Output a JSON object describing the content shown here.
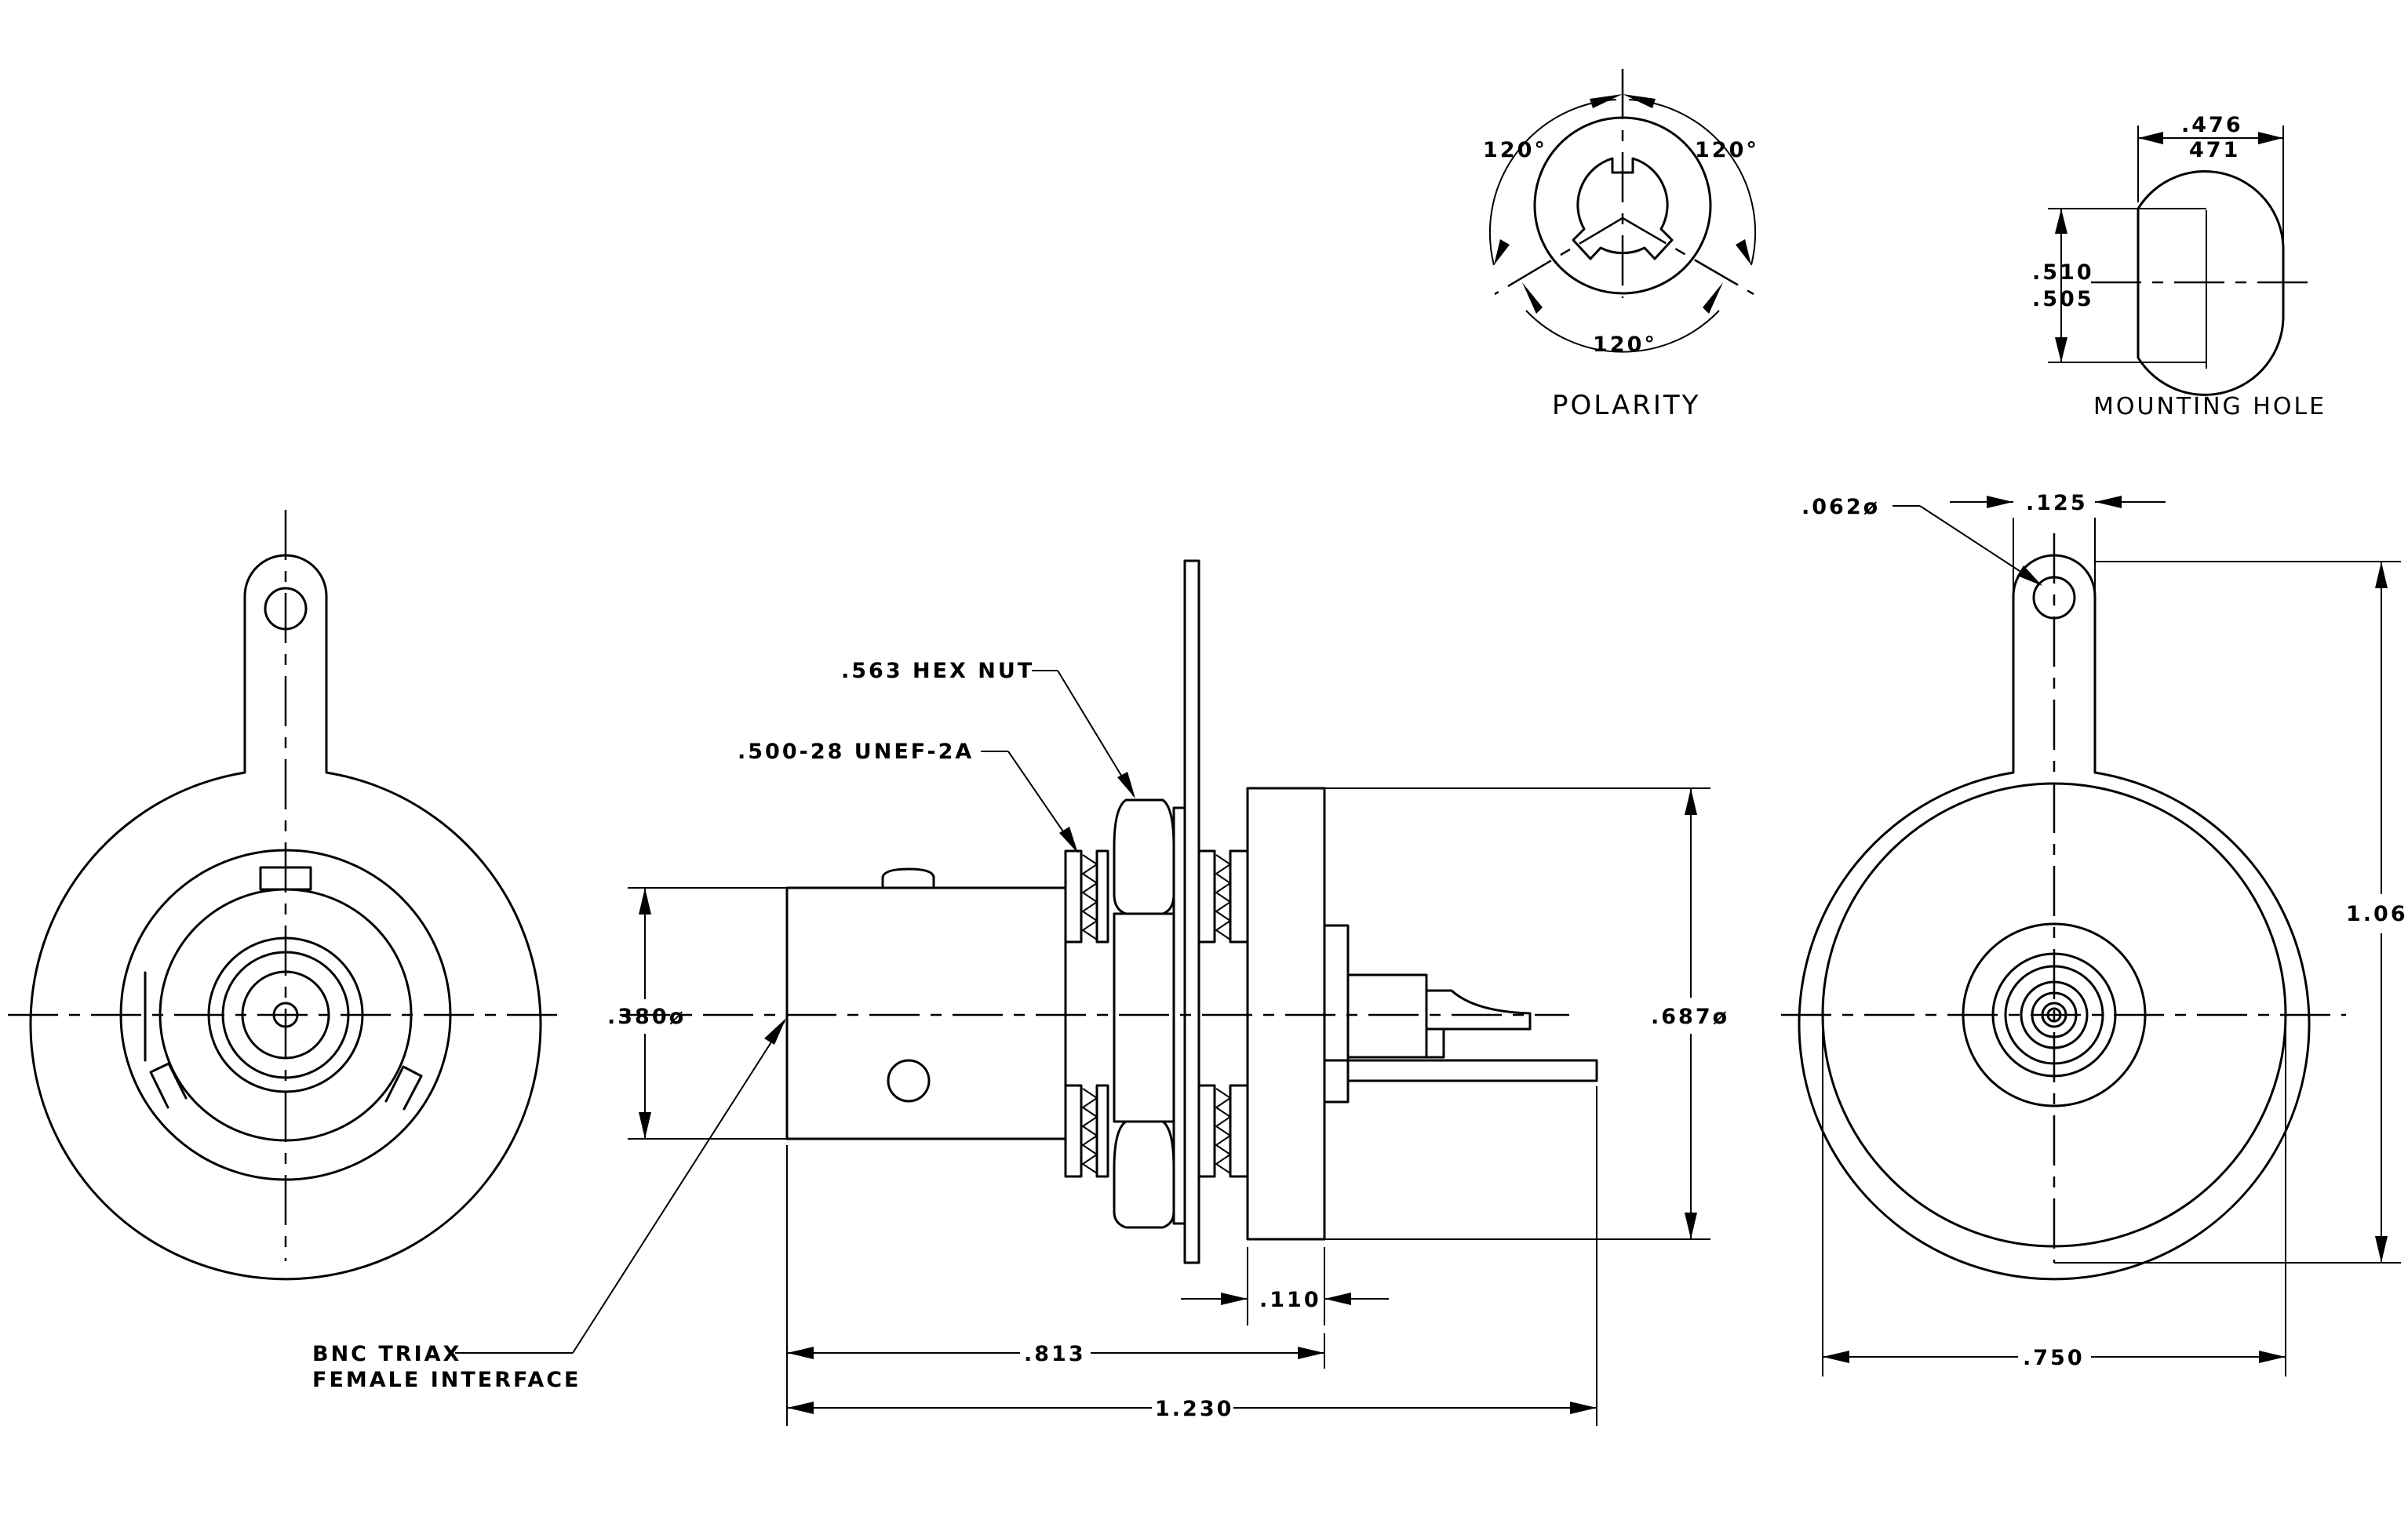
{
  "labels": {
    "polarity_title": "POLARITY",
    "mounting_hole_title": "MOUNTING HOLE",
    "angle_left": "120°",
    "angle_right": "120°",
    "angle_bottom": "120°",
    "hole_width_max": ".476",
    "hole_width_min": "471",
    "hole_height_max": ".510",
    "hole_height_min": ".505",
    "hole_diameter": ".062ø",
    "hole_offset": ".125",
    "height_overall": "1.06",
    "width_overall": ".750",
    "hex_nut": ".563 HEX NUT",
    "thread": ".500-28 UNEF-2A",
    "body_diameter": ".380ø",
    "flange_diameter": ".687ø",
    "flange_thickness": ".110",
    "length_813": ".813",
    "length_1230": "1.230",
    "interface_line1": "BNC TRIAX",
    "interface_line2": "FEMALE INTERFACE"
  }
}
